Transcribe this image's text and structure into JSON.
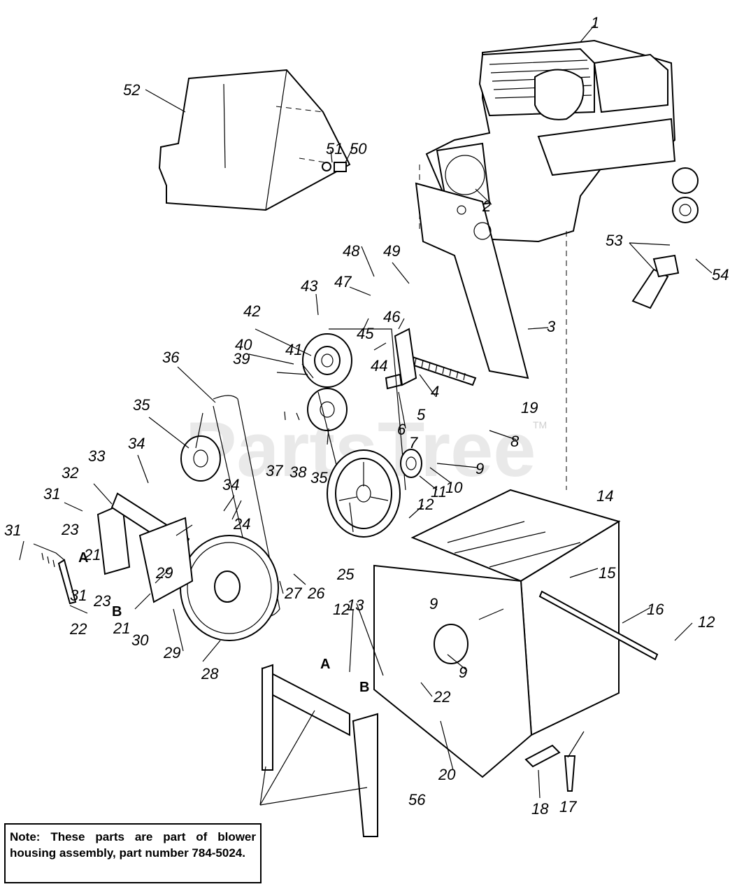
{
  "watermark": "PartsTree",
  "watermark_tm": "TM",
  "note": "Note: These parts are part of blower housing assembly, part number 784-5024.",
  "letters": [
    "A",
    "B"
  ],
  "callouts": [
    "1",
    "2",
    "3",
    "4",
    "5",
    "6",
    "7",
    "8",
    "9",
    "10",
    "11",
    "12",
    "13",
    "14",
    "15",
    "16",
    "17",
    "18",
    "19",
    "20",
    "21",
    "22",
    "23",
    "24",
    "25",
    "26",
    "27",
    "28",
    "29",
    "30",
    "31",
    "32",
    "33",
    "34",
    "35",
    "36",
    "37",
    "38",
    "39",
    "40",
    "41",
    "42",
    "43",
    "44",
    "45",
    "46",
    "47",
    "48",
    "49",
    "50",
    "51",
    "52",
    "53",
    "54",
    "56"
  ]
}
